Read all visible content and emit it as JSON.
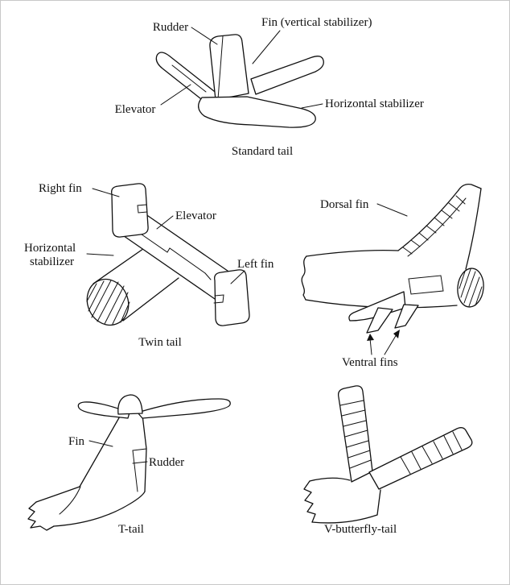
{
  "figure": {
    "ink_color": "#111111",
    "background_color": "#ffffff"
  },
  "diagrams": {
    "standard_tail": {
      "caption": "Standard tail",
      "labels": {
        "rudder": "Rudder",
        "fin": "Fin (vertical stabilizer)",
        "elevator": "Elevator",
        "horizontal_stabilizer": "Horizontal stabilizer"
      }
    },
    "twin_tail": {
      "caption": "Twin tail",
      "labels": {
        "right_fin": "Right fin",
        "elevator": "Elevator",
        "horizontal_stabilizer_line1": "Horizontal",
        "horizontal_stabilizer_line2": "stabilizer",
        "left_fin": "Left fin"
      }
    },
    "dorsal_ventral": {
      "labels": {
        "dorsal_fin": "Dorsal fin",
        "ventral_fins": "Ventral fins"
      }
    },
    "t_tail": {
      "caption": "T-tail",
      "labels": {
        "fin": "Fin",
        "rudder": "Rudder"
      }
    },
    "v_tail": {
      "caption": "V-butterfly-tail"
    }
  }
}
